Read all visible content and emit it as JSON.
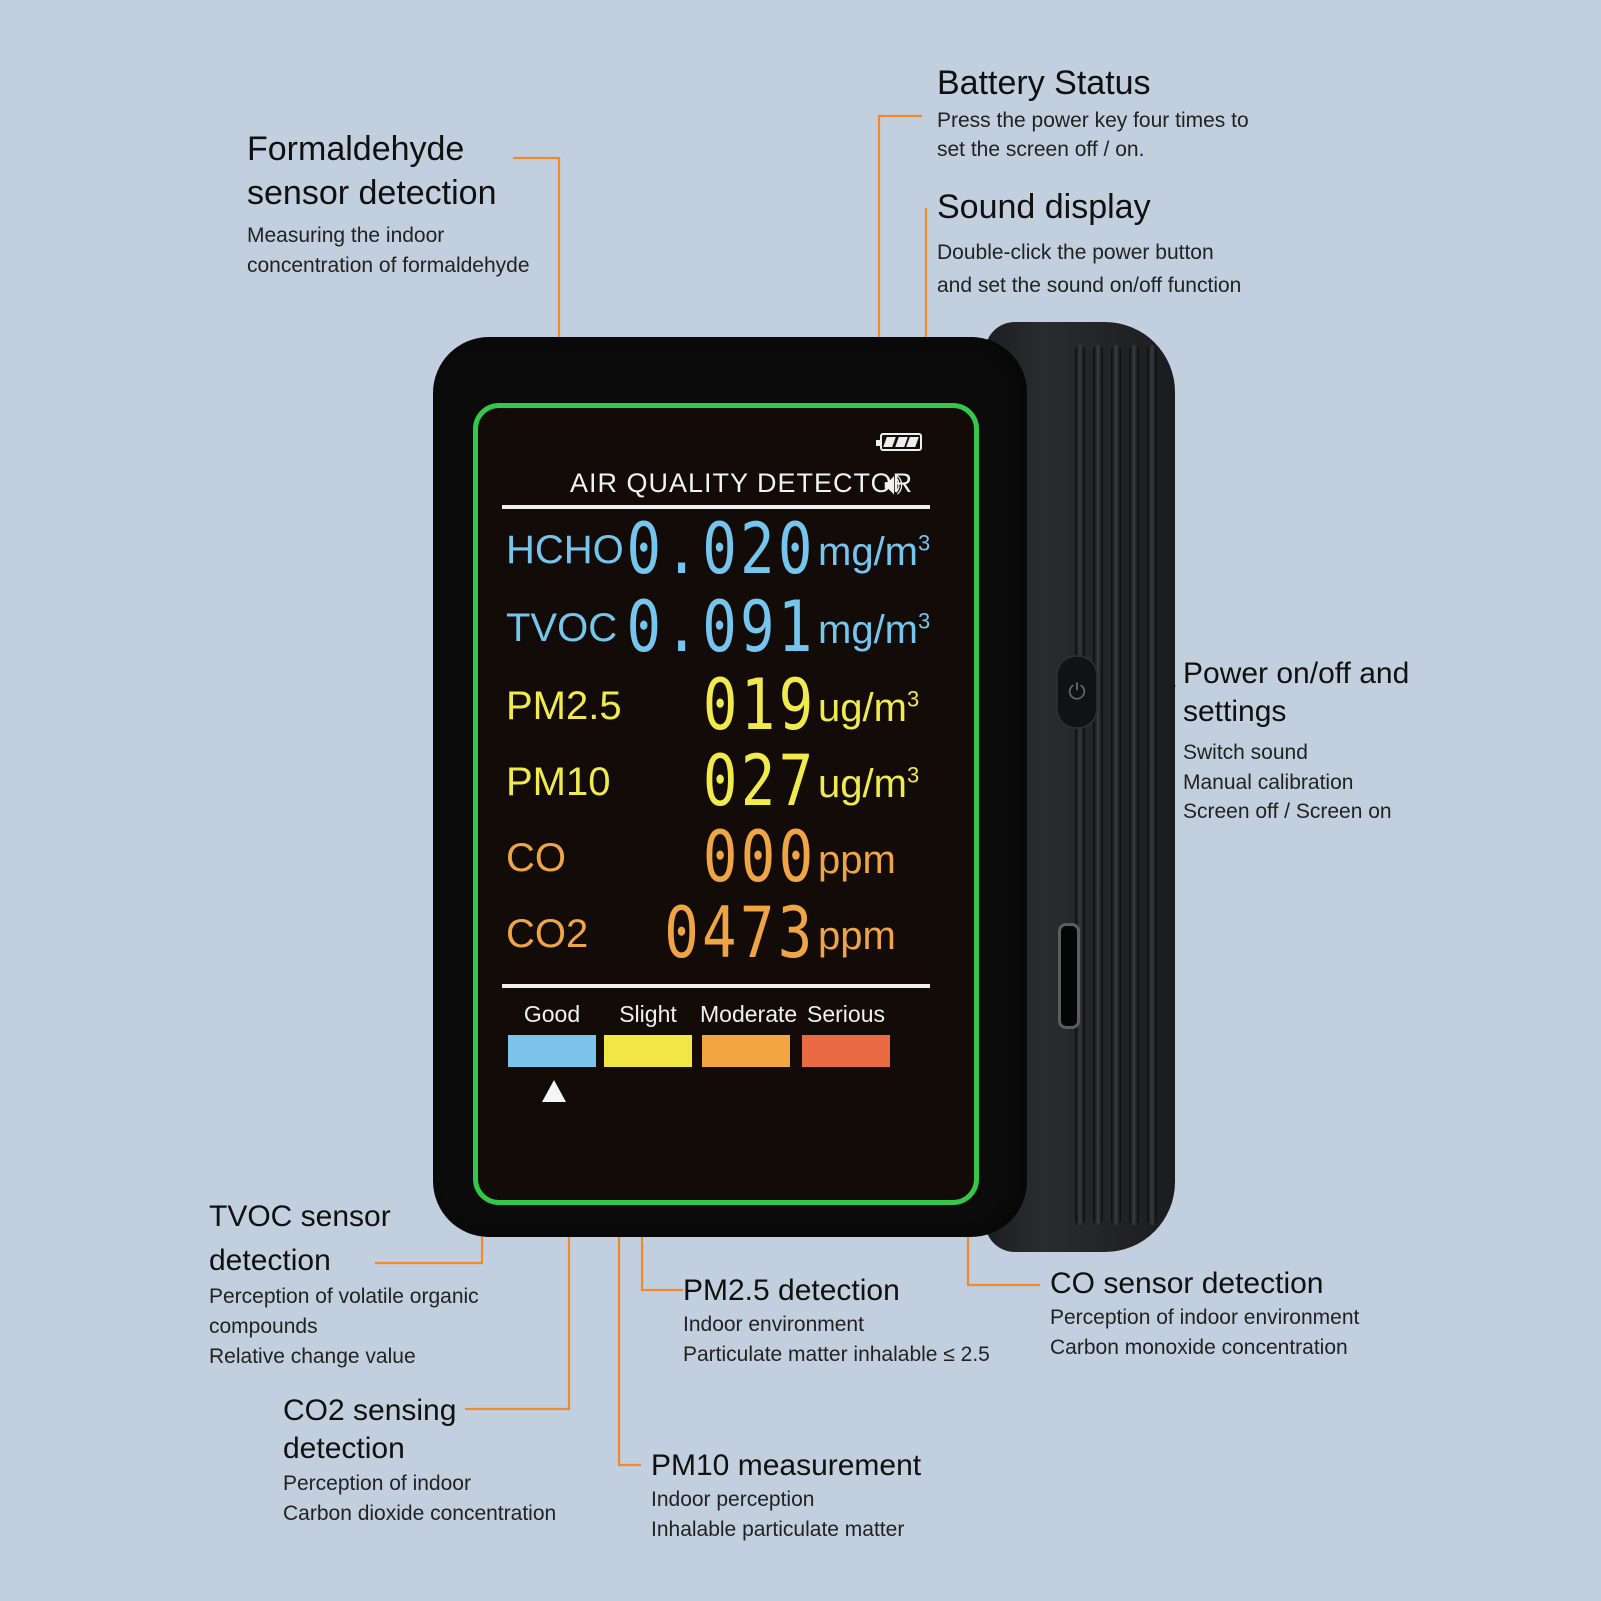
{
  "colors": {
    "background": "#c2cfde",
    "leader": "#f08a2c",
    "screen_border": "#33c84a",
    "blue": "#74c6ee",
    "yellow": "#f1ea4d",
    "orange": "#f0a545",
    "good": "#7cc4ea",
    "slight": "#f2e644",
    "moderate": "#f2a540",
    "serious": "#ea6a43"
  },
  "callouts": {
    "formaldehyde": {
      "title_lines": [
        "Formaldehyde",
        "sensor detection"
      ],
      "desc_lines": [
        "Measuring the indoor",
        "concentration of formaldehyde"
      ]
    },
    "battery": {
      "title_lines": [
        "Battery Status"
      ],
      "desc_lines": [
        "Press the power key four times to",
        "set the screen off / on."
      ]
    },
    "sound": {
      "title_lines": [
        "Sound display"
      ],
      "desc_lines": [
        "Double-click the power button",
        "and set the sound on/off function"
      ]
    },
    "power": {
      "title_lines": [
        "Power on/off and",
        "settings"
      ],
      "desc_lines": [
        "Switch sound",
        "Manual calibration",
        "Screen off / Screen on"
      ]
    },
    "tvoc": {
      "title_lines": [
        "TVOC sensor",
        "detection"
      ],
      "desc_lines": [
        "Perception of volatile organic",
        "compounds",
        "Relative change value"
      ]
    },
    "pm25": {
      "title_lines": [
        "PM2.5 detection"
      ],
      "desc_lines": [
        "Indoor environment",
        "Particulate matter inhalable ≤ 2.5"
      ]
    },
    "co": {
      "title_lines": [
        "CO sensor detection"
      ],
      "desc_lines": [
        "Perception of indoor environment",
        "Carbon monoxide concentration"
      ]
    },
    "co2": {
      "title_lines": [
        "CO2 sensing",
        "detection"
      ],
      "desc_lines": [
        "Perception of indoor",
        "Carbon dioxide concentration"
      ]
    },
    "pm10": {
      "title_lines": [
        "PM10 measurement"
      ],
      "desc_lines": [
        "Indoor perception",
        "Inhalable particulate matter"
      ]
    }
  },
  "device": {
    "screen_title": "AIR QUALITY DETECTOR",
    "battery_icon": "battery-icon",
    "sound_icon": "speaker-icon",
    "power_icon": "power-icon",
    "readings": [
      {
        "label": "HCHO",
        "value": "0.020",
        "unit": "mg/m",
        "unit_sup": "3",
        "color": "#74c6ee"
      },
      {
        "label": "TVOC",
        "value": "0.091",
        "unit": "mg/m",
        "unit_sup": "3",
        "color": "#74c6ee"
      },
      {
        "label": "PM2.5",
        "value": "019",
        "unit": "ug/m",
        "unit_sup": "3",
        "color": "#f1ea4d"
      },
      {
        "label": "PM10",
        "value": "027",
        "unit": "ug/m",
        "unit_sup": "3",
        "color": "#f1ea4d"
      },
      {
        "label": "CO",
        "value": "000",
        "unit": "ppm",
        "unit_sup": "",
        "color": "#f0a545"
      },
      {
        "label": "CO2",
        "value": "0473",
        "unit": "ppm",
        "unit_sup": "",
        "color": "#f0a545"
      }
    ],
    "scale": [
      {
        "label": "Good",
        "color": "#7cc4ea"
      },
      {
        "label": "Slight",
        "color": "#f2e644"
      },
      {
        "label": "Moderate",
        "color": "#f2a540"
      },
      {
        "label": "Serious",
        "color": "#ea6a43"
      }
    ],
    "current_level": "Good"
  }
}
